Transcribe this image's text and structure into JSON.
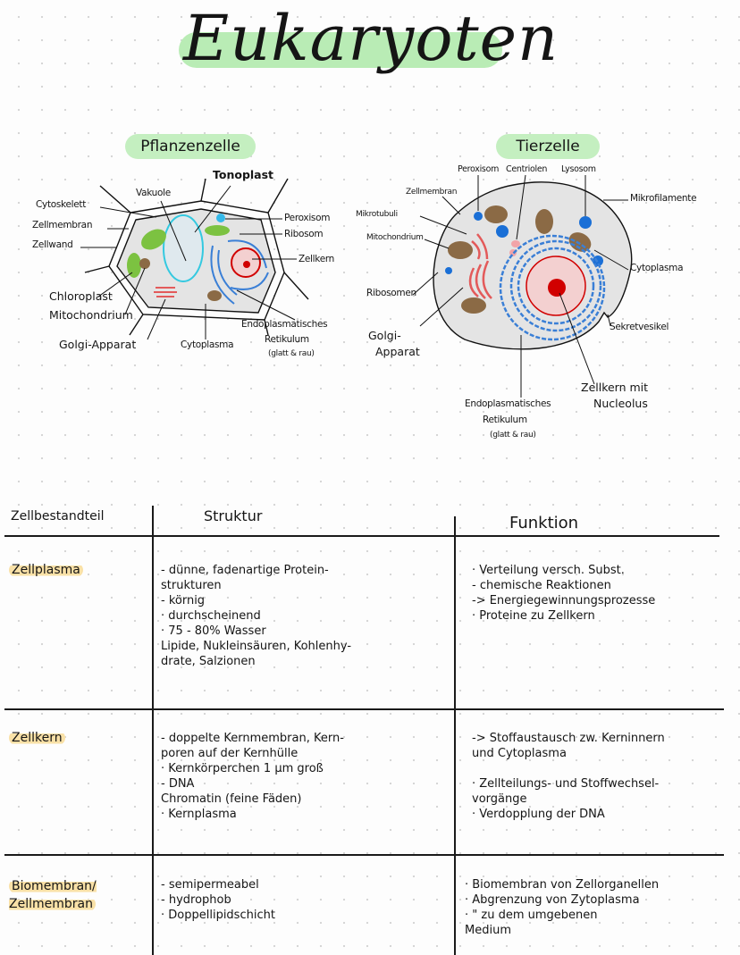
{
  "title": "Eukaryoten",
  "colors": {
    "title_highlight": "#b9ecb5",
    "row_highlight": "#f9e1a7",
    "cytoplasm": "#e4e4e4",
    "chloroplast": "#7cc241",
    "mitochondrium": "#8b6a45",
    "er": "#3a7fd6",
    "golgi": "#e35a5a",
    "nucleolus": "#d10000"
  },
  "plant_cell": {
    "heading": "Pflanzenzelle",
    "labels": {
      "tonoplast": "Tonoplast",
      "vakuole": "Vakuole",
      "cytoskelett": "Cytoskelett",
      "zellmembran": "Zellmembran",
      "zellwand": "Zellwand",
      "peroxisom": "Peroxisom",
      "ribosom": "Ribosom",
      "zellkern": "Zellkern",
      "chloroplast": "Chloroplast",
      "mitochondrium": "Mitochondrium",
      "golgi": "Golgi-Apparat",
      "cytoplasma": "Cytoplasma",
      "er1": "Endoplasmatisches",
      "er2": "Retikulum",
      "er3": "(glatt & rau)"
    }
  },
  "animal_cell": {
    "heading": "Tierzelle",
    "labels": {
      "peroxisom": "Peroxisom",
      "centriolen": "Centriolen",
      "lysosom": "Lysosom",
      "zellmembran": "Zellmembran",
      "mikrotubuli": "Mikrotubuli",
      "mitochondrium": "Mitochondrium",
      "mikrofilamente": "Mikrofilamente",
      "cytoplasma": "Cytoplasma",
      "ribosomen": "Ribosomen",
      "golgi1": "Golgi-",
      "golgi2": "Apparat",
      "sekretvesikel": "Sekretvesikel",
      "zellkern1": "Zellkern mit",
      "zellkern2": "Nucleolus",
      "er1": "Endoplasmatisches",
      "er2": "Retikulum",
      "er3": "(glatt & rau)"
    }
  },
  "table": {
    "headers": [
      "Zellbestandteil",
      "Struktur",
      "Funktion"
    ],
    "rows": [
      {
        "name": "Zellplasma",
        "struktur": "- dünne, fadenartige Protein-\n  strukturen\n- körnig\n· durchscheinend\n· 75 - 80% Wasser\n  Lipide, Nukleinsäuren, Kohlenhy-\n  drate, Salzionen",
        "funktion": "· Verteilung versch. Subst.\n- chemische Reaktionen\n   -> Energiegewinnungsprozesse\n· Proteine zu Zellkern"
      },
      {
        "name": "Zellkern",
        "struktur": "- doppelte Kernmembran, Kern-\n  poren auf der Kernhülle\n· Kernkörperchen 1 µm groß\n- DNA\n  Chromatin (feine Fäden)\n· Kernplasma",
        "funktion": "-> Stoffaustausch zw. Kerninnern\n   und Cytoplasma\n\n· Zellteilungs- und Stoffwechsel-\n  vorgänge\n· Verdopplung der DNA"
      },
      {
        "name": "Biomembran/\nZellmembran",
        "struktur": "- semipermeabel\n- hydrophob\n· Doppellipidschicht",
        "funktion": "· Biomembran von Zellorganellen\n· Abgrenzung von Zytoplasma\n·    \"    zu dem umgebenen\n  Medium"
      }
    ]
  }
}
